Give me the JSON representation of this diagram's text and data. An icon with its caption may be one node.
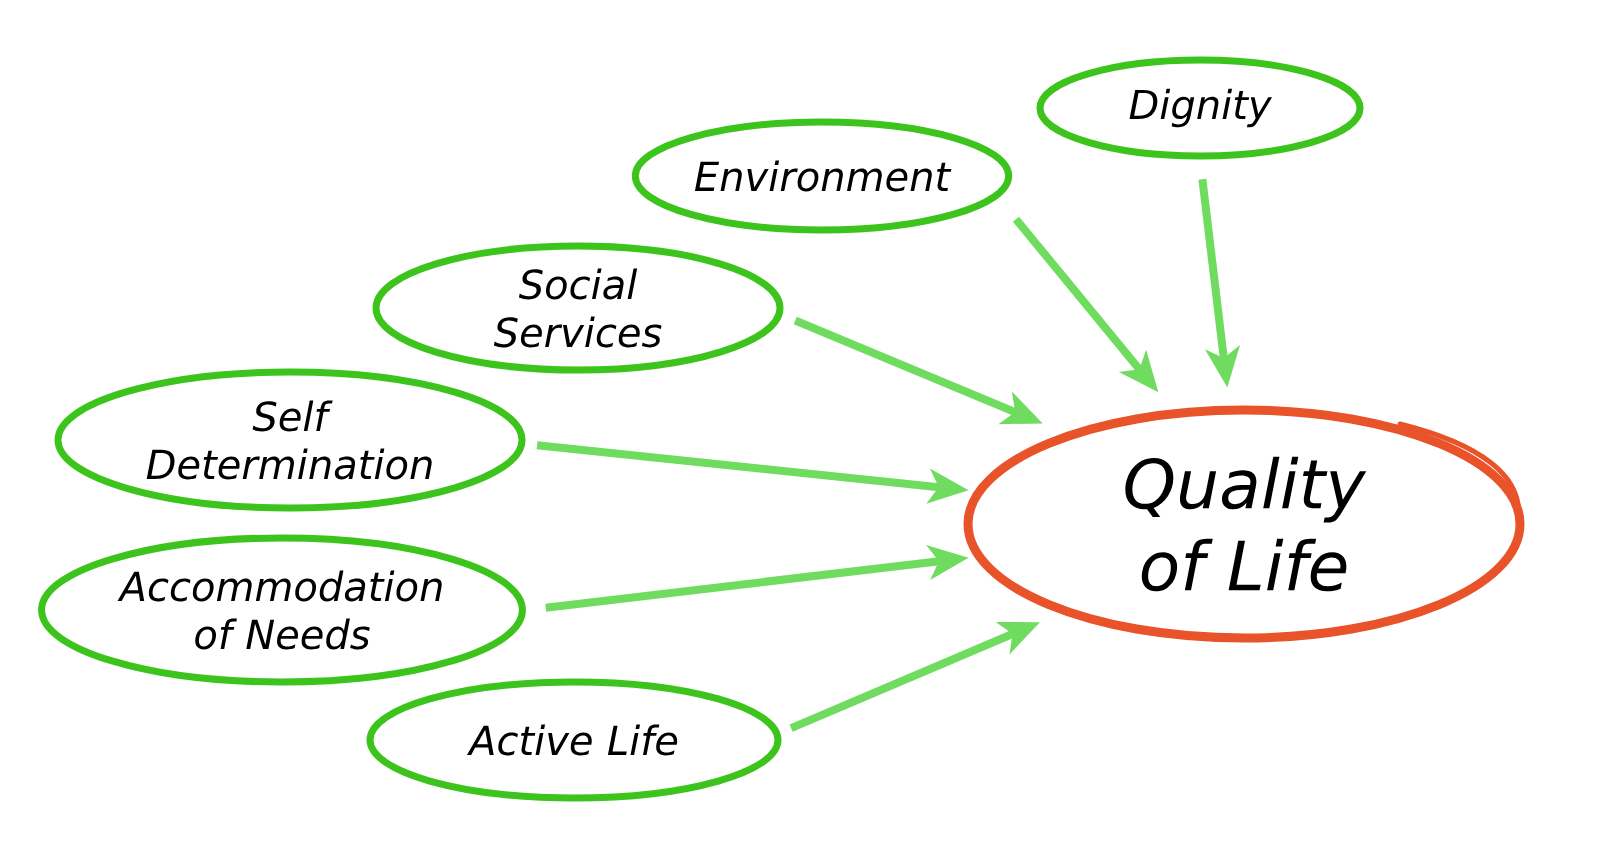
{
  "diagram": {
    "nodes": [
      {
        "text": [
          "Dignity"
        ]
      },
      {
        "text": [
          "Environment"
        ]
      },
      {
        "text": [
          "Social Services"
        ]
      },
      {
        "text": [
          "Self Determination"
        ]
      },
      {
        "text": [
          "Quality of Life"
        ]
      },
      {
        "text": [
          "Accommodation of Needs"
        ]
      },
      {
        "text": [
          "Active Life"
        ]
      }
    ],
    "edges": [
      {
        "from": 0,
        "to": 4,
        "arrow": "to"
      },
      {
        "from": 1,
        "to": 4,
        "arrow": "to"
      },
      {
        "from": 2,
        "to": 4,
        "arrow": "to"
      },
      {
        "from": 3,
        "to": 4,
        "arrow": "to"
      },
      {
        "from": 5,
        "to": 4,
        "arrow": "to"
      },
      {
        "from": 6,
        "to": 4,
        "arrow": "to"
      }
    ]
  }
}
